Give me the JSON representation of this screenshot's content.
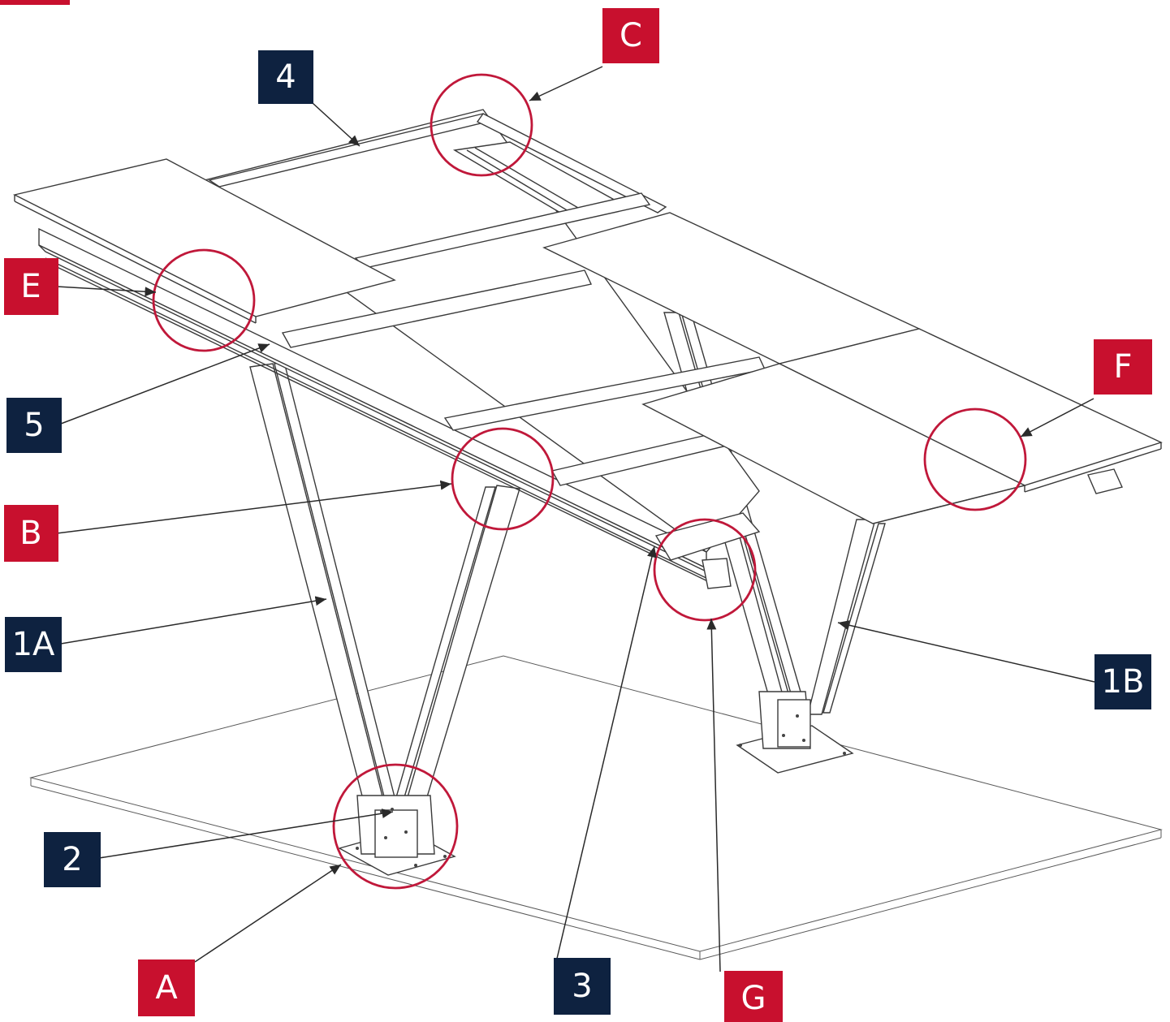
{
  "callouts": {
    "c": "C",
    "n4": "4",
    "e": "E",
    "n5": "5",
    "b": "B",
    "n1a": "1A",
    "n2": "2",
    "a": "A",
    "n3": "3",
    "g": "G",
    "n1b": "1B",
    "f": "F"
  },
  "colors": {
    "part_label": "#0e2240",
    "detail_label": "#c8102e",
    "detail_circle": "#c0183a"
  }
}
